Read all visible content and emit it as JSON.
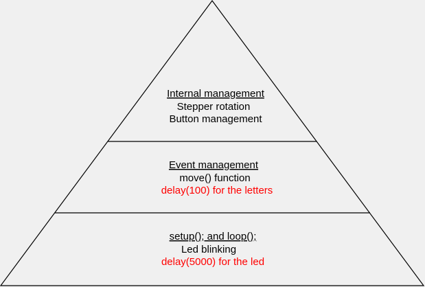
{
  "colors": {
    "background": "#f0f0f0",
    "line": "#000000",
    "normal_text": "#000000",
    "highlight_text": "#ff0000"
  },
  "tiers": [
    {
      "heading": "Internal management",
      "lines": [
        {
          "text": "Stepper rotation",
          "color": "#000000"
        },
        {
          "text": "Button management",
          "color": "#000000"
        }
      ]
    },
    {
      "heading": "Event management",
      "lines": [
        {
          "text": "move() function",
          "color": "#000000"
        },
        {
          "text": "delay(100) for the letters",
          "color": "#ff0000"
        }
      ]
    },
    {
      "heading": "setup(); and loop();",
      "lines": [
        {
          "text": "Led blinking",
          "color": "#000000"
        },
        {
          "text": "delay(5000) for the led",
          "color": "#ff0000"
        }
      ]
    }
  ]
}
